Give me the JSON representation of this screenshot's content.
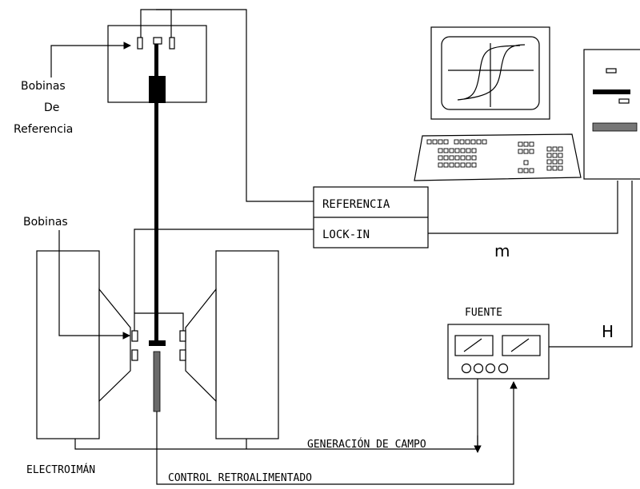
{
  "labels": {
    "reference_coils_line1": "Bobinas",
    "reference_coils_line2": "De",
    "reference_coils_line3": "Referencia",
    "pickup_coils": "Bobinas",
    "reference_box": "REFERENCIA",
    "lockin_box": "LOCK-IN",
    "signal_m": "m",
    "power_supply": "FUENTE",
    "signal_h": "H",
    "field_generation": "GENERACIÓN DE CAMPO",
    "electromagnet": "ELECTROIMÁN",
    "feedback_control": "CONTROL RETROALIMENTADO"
  }
}
